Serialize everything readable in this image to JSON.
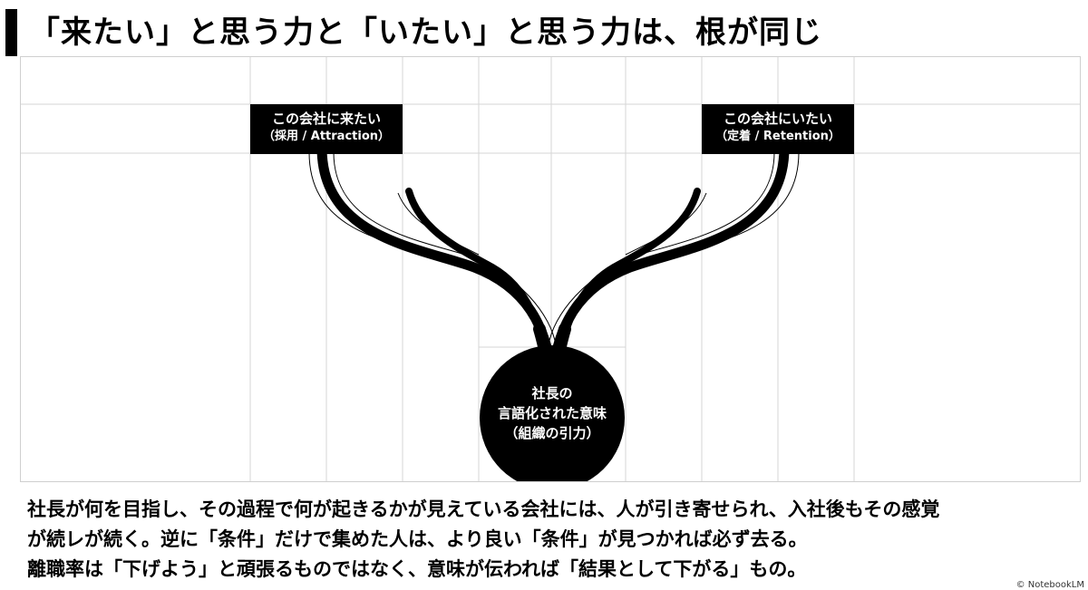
{
  "title": "「来たい」と思う力と「いたい」と思う力は、根が同じ",
  "diagram": {
    "left_box": {
      "line1": "この会社に来たい",
      "line2": "（採用 / Attraction）"
    },
    "right_box": {
      "line1": "この会社にいたい",
      "line2": "（定着 / Retention）"
    },
    "root": {
      "line1": "社長の",
      "line2": "言語化された意味",
      "line3": "（組織の引力）"
    },
    "colors": {
      "ink": "#000000",
      "grid": "#cfcfcf",
      "background": "#ffffff"
    }
  },
  "body": {
    "line1": "社長が何を目指し、その過程で何が起きるかが見えている会社には、人が引き寄せられ、入社後もその感覚",
    "line2": "が続レが続く。逆に「条件」だけで集めた人は、より良い「条件」が見つかれば必ず去る。",
    "line3": "離職率は「下げよう」と頑張るものではなく、意味が伝われば「結果として下がる」もの。"
  },
  "credit": "© NotebookLM"
}
